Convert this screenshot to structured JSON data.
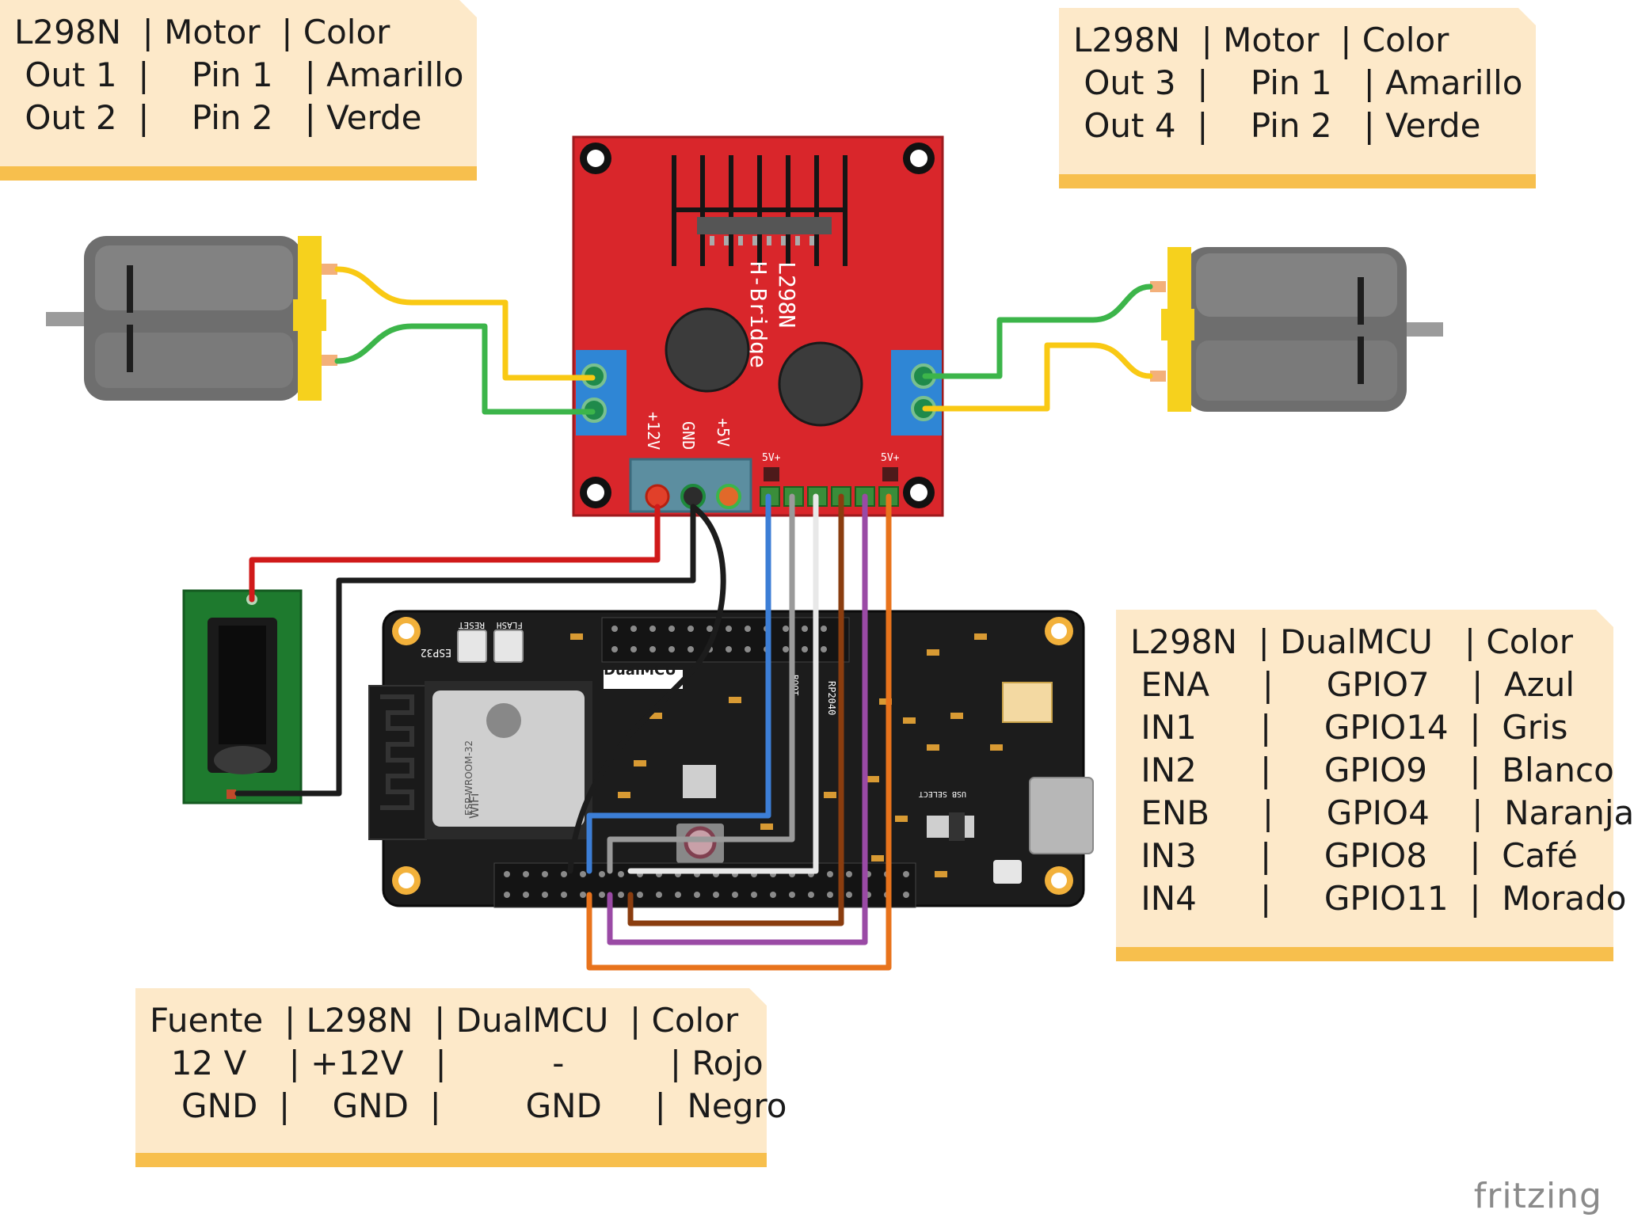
{
  "notes": {
    "motor_left": {
      "lines": [
        "L298N  | Motor  | Color",
        " Out 1  |    Pin 1   | Amarillo",
        " Out 2  |    Pin 2   | Verde"
      ]
    },
    "motor_right": {
      "lines": [
        "L298N  | Motor  | Color",
        " Out 3  |    Pin 1   | Amarillo",
        " Out 4  |    Pin 2   | Verde"
      ]
    },
    "control": {
      "lines": [
        "L298N  | DualMCU   | Color",
        " ENA     |     GPIO7    |  Azul",
        " IN1      |     GPIO14  |  Gris",
        " IN2      |     GPIO9    |  Blanco",
        " ENB     |     GPIO4    |  Naranja",
        " IN3      |     GPIO8    |  Café",
        " IN4      |     GPIO11  |  Morado"
      ]
    },
    "power": {
      "lines": [
        "Fuente  | L298N  | DualMCU  | Color",
        "  12 V    | +12V   |          -          | Rojo",
        "   GND  |    GND  |        GND     |  Negro"
      ]
    }
  },
  "board_labels": {
    "driver_chip": "L298N",
    "driver_subtitle": "H-Bridge",
    "power_pins": [
      "+12V",
      "GND",
      "+5V"
    ],
    "logic_header": "5V+",
    "mcu_name": "DualMCU",
    "wroom_label": "ESP-WROOM-32",
    "wifi_logo": "WiFi",
    "reset": "RESET",
    "flash": "FLASH",
    "esp": "ESP32",
    "usb_select": "USB SELECT",
    "boot": "BOOT",
    "rp2040": "RP2040"
  },
  "wire_colors": {
    "amarillo": "#f9c914",
    "verde": "#3cb54a",
    "azul": "#3c7ed6",
    "gris": "#9a9a9a",
    "blanco": "#ffffff",
    "naranja": "#e8731c",
    "cafe": "#8a3d0f",
    "morado": "#9a4aa5",
    "rojo": "#d01a1a",
    "negro": "#1c1c1c"
  },
  "watermark": "fritzing"
}
